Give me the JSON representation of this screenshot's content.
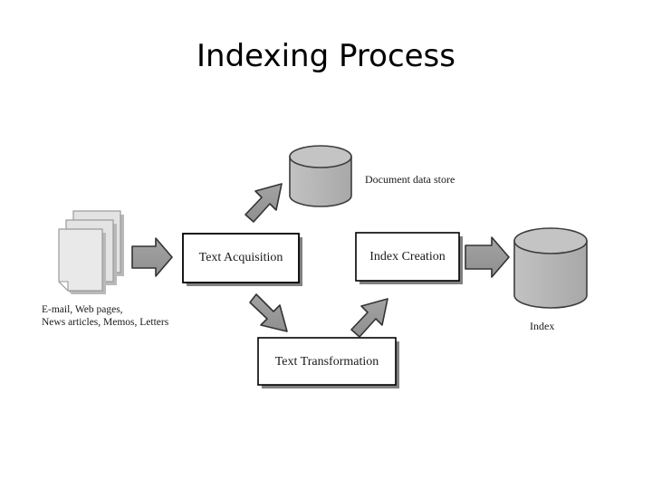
{
  "slide": {
    "title": "Indexing Process",
    "background_color": "#ffffff"
  },
  "diagram": {
    "type": "flow-diagram",
    "palette": {
      "arrow_fill": "#999999",
      "arrow_stroke": "#333333",
      "cylinder_body": "#b5b5b5",
      "cylinder_top": "#c0c0c0",
      "cylinder_stroke": "#3d3d3d",
      "box_fill": "#ffffff",
      "box_stroke": "#000000",
      "box_shadow": "#808080",
      "document_fill": "#e3e3e3",
      "document_stroke": "#9a9a9a",
      "text_color": "#1a1a1a"
    },
    "nodes": [
      {
        "id": "source-documents",
        "kind": "document-stack",
        "label": null,
        "caption_lines": [
          "E-mail, Web pages,",
          "News articles, Memos, Letters"
        ]
      },
      {
        "id": "text-acquisition",
        "kind": "process-box",
        "label": "Text Acquisition"
      },
      {
        "id": "document-data-store",
        "kind": "cylinder",
        "label": "Document data store"
      },
      {
        "id": "text-transformation",
        "kind": "process-box",
        "label": "Text Transformation"
      },
      {
        "id": "index-creation",
        "kind": "process-box",
        "label": "Index Creation"
      },
      {
        "id": "index-store",
        "kind": "cylinder",
        "label": "Index"
      }
    ],
    "arrows": [
      {
        "id": "arrow-documents-to-text-acquisition",
        "from": "source-documents",
        "to": "text-acquisition",
        "direction": "right"
      },
      {
        "id": "arrow-text-acquisition-to-data-store",
        "from": "text-acquisition",
        "to": "document-data-store",
        "direction": "up-right"
      },
      {
        "id": "arrow-text-acquisition-to-text-transformation",
        "from": "text-acquisition",
        "to": "text-transformation",
        "direction": "down-right"
      },
      {
        "id": "arrow-text-transformation-to-index-creation",
        "from": "text-transformation",
        "to": "index-creation",
        "direction": "up-right"
      },
      {
        "id": "arrow-index-creation-to-index",
        "from": "index-creation",
        "to": "index-store",
        "direction": "right"
      }
    ]
  }
}
